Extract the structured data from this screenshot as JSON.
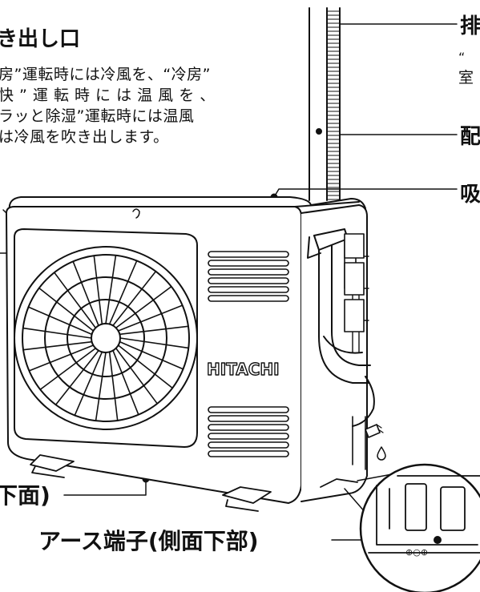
{
  "outlet": {
    "title": "き出し口",
    "lines": [
      "房”運転時には冷風を、“冷房”",
      "快 ” 運 転 時 に は 温 風 を 、",
      "ラッと除湿”運転時には温風",
      "は冷風を吹き出します。"
    ]
  },
  "right_labels": {
    "top": "排",
    "top_sub_1": "“",
    "top_sub_2": "室",
    "middle": "配",
    "lower": "吸"
  },
  "brand": "HITACHI",
  "bottom_label": "下面)",
  "ground_terminal_label": "アース端子(側面下部)",
  "terminal_symbols": "⊕○⊕"
}
